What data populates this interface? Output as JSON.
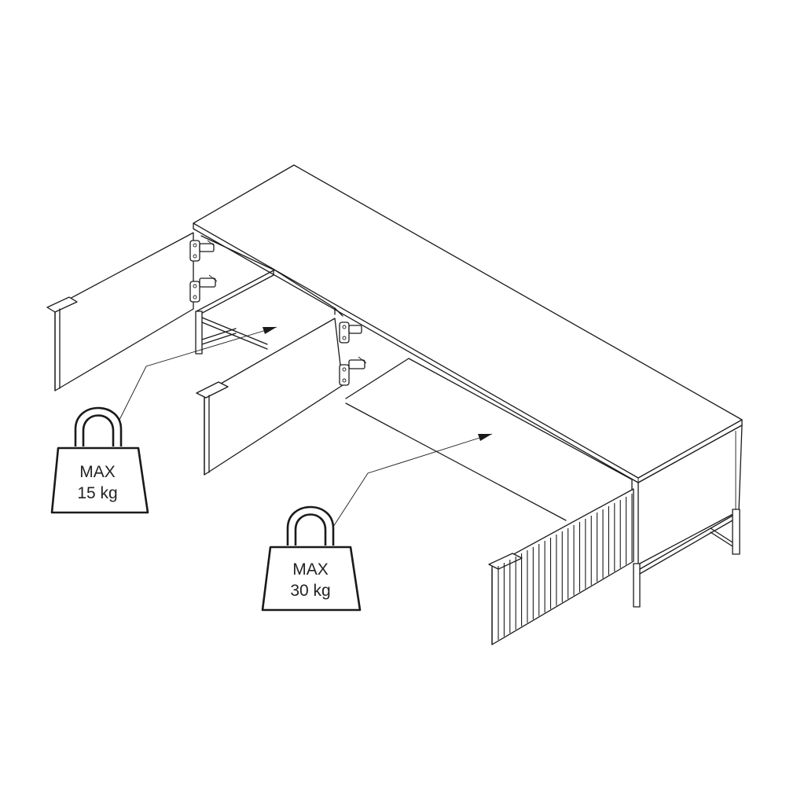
{
  "diagram": {
    "colors": {
      "line": "#1a1a1a",
      "background": "#ffffff"
    },
    "labels": {
      "bag_left_line1": "MAX",
      "bag_left_line2": "15 kg",
      "bag_right_line1": "MAX",
      "bag_right_line2": "30 kg"
    },
    "icons": [
      "weight-bag-icon",
      "weight-bag-icon",
      "arrow-icon",
      "arrow-icon",
      "hinge-icon"
    ]
  }
}
